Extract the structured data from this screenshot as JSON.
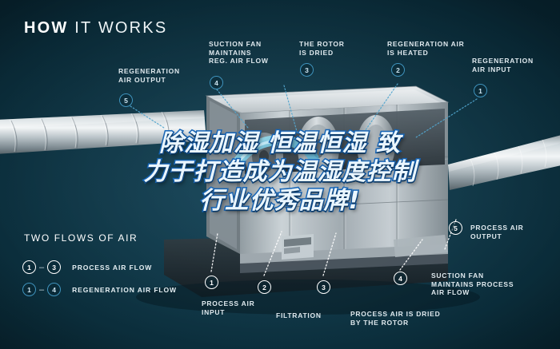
{
  "header": {
    "title_bold": "HOW",
    "title_light": "IT WORKS"
  },
  "overlay": {
    "line1": "除湿加湿  恒温恒湿 致",
    "line2": "力于打造成为温湿度控制",
    "line3": "行业优秀品牌!"
  },
  "legend": {
    "title": "TWO FLOWS OF AIR",
    "rows": [
      {
        "from": "1",
        "dash": "–",
        "to": "3",
        "label": "PROCESS AIR FLOW",
        "style": "white"
      },
      {
        "from": "1",
        "dash": "–",
        "to": "4",
        "label": "REGENERATION AIR FLOW",
        "style": "blue"
      }
    ]
  },
  "callouts": {
    "top": [
      {
        "number": "5",
        "label": "REGENERATION\nAIR OUTPUT",
        "style": "blue"
      },
      {
        "number": "4",
        "label": "SUCTION FAN\nMAINTAINS\nREG. AIR FLOW",
        "style": "blue"
      },
      {
        "number": "3",
        "label": "THE ROTOR\nIS DRIED",
        "style": "blue"
      },
      {
        "number": "2",
        "label": "REGENERATION AIR\nIS HEATED",
        "style": "blue"
      },
      {
        "number": "1",
        "label": "REGENERATION\nAIR INPUT",
        "style": "blue"
      }
    ],
    "bottom": [
      {
        "number": "1",
        "label": "PROCESS AIR\nINPUT",
        "style": "white"
      },
      {
        "number": "2",
        "label": "FILTRATION",
        "style": "white"
      },
      {
        "number": "3",
        "label": "PROCESS AIR IS DRIED\nBY THE ROTOR",
        "style": "white"
      },
      {
        "number": "4",
        "label": "SUCTION FAN\nMAINTAINS PROCESS\nAIR FLOW",
        "style": "white"
      },
      {
        "number": "5",
        "label": "PROCESS AIR\nOUTPUT",
        "style": "white"
      }
    ]
  },
  "colors": {
    "background": "#0e3646",
    "accent_blue": "#3f93bd",
    "overlay_stroke": "#1565b8",
    "label_text": "#dfe9ee"
  }
}
